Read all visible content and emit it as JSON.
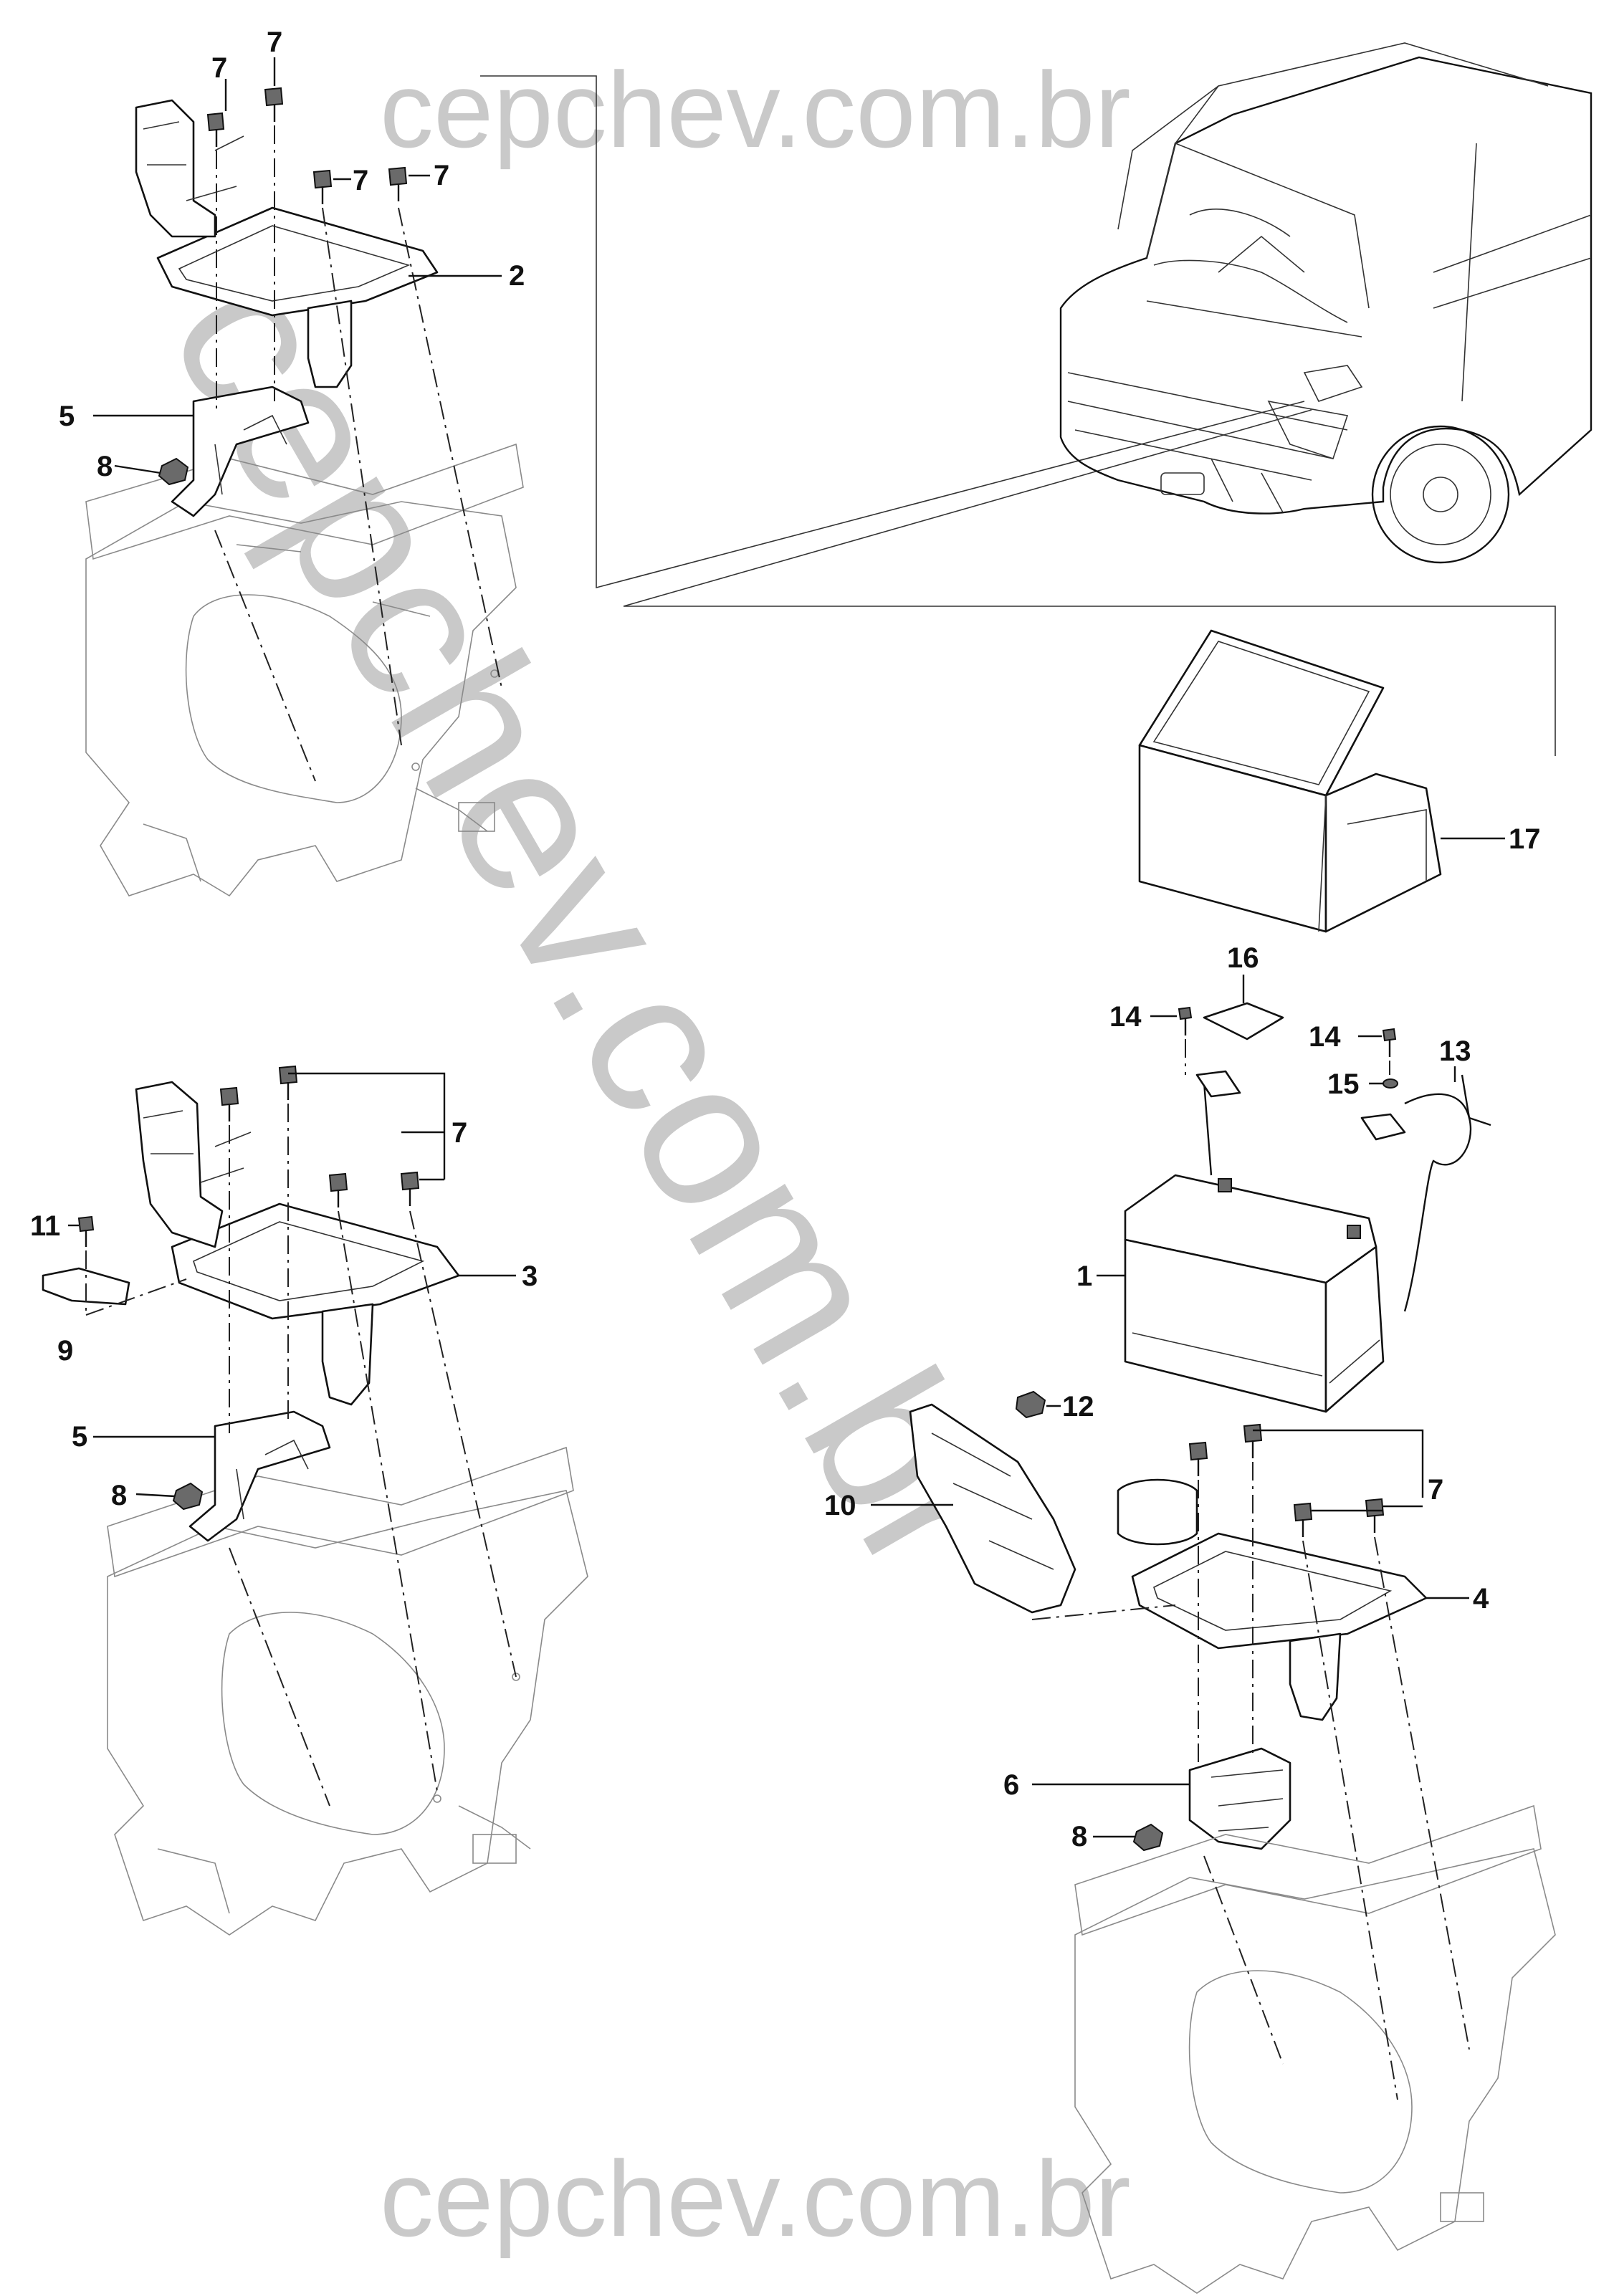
{
  "watermark": {
    "top": "cepchev.com.br",
    "bottom": "cepchev.com.br",
    "diagonal": "cepchev.com.br"
  },
  "callouts": [
    {
      "id": "c-7a",
      "text": "7"
    },
    {
      "id": "c-7b",
      "text": "7"
    },
    {
      "id": "c-7c",
      "text": "7"
    },
    {
      "id": "c-7d",
      "text": "7"
    },
    {
      "id": "c-2",
      "text": "2"
    },
    {
      "id": "c-5a",
      "text": "5"
    },
    {
      "id": "c-8a",
      "text": "8"
    },
    {
      "id": "c-17",
      "text": "17"
    },
    {
      "id": "c-16",
      "text": "16"
    },
    {
      "id": "c-14a",
      "text": "14"
    },
    {
      "id": "c-14b",
      "text": "14"
    },
    {
      "id": "c-13",
      "text": "13"
    },
    {
      "id": "c-15",
      "text": "15"
    },
    {
      "id": "c-1",
      "text": "1"
    },
    {
      "id": "c-7e",
      "text": "7"
    },
    {
      "id": "c-11",
      "text": "11"
    },
    {
      "id": "c-3",
      "text": "3"
    },
    {
      "id": "c-9",
      "text": "9"
    },
    {
      "id": "c-5b",
      "text": "5"
    },
    {
      "id": "c-8b",
      "text": "8"
    },
    {
      "id": "c-12",
      "text": "12"
    },
    {
      "id": "c-10",
      "text": "10"
    },
    {
      "id": "c-7f",
      "text": "7"
    },
    {
      "id": "c-4",
      "text": "4"
    },
    {
      "id": "c-6",
      "text": "6"
    },
    {
      "id": "c-8c",
      "text": "8"
    }
  ]
}
